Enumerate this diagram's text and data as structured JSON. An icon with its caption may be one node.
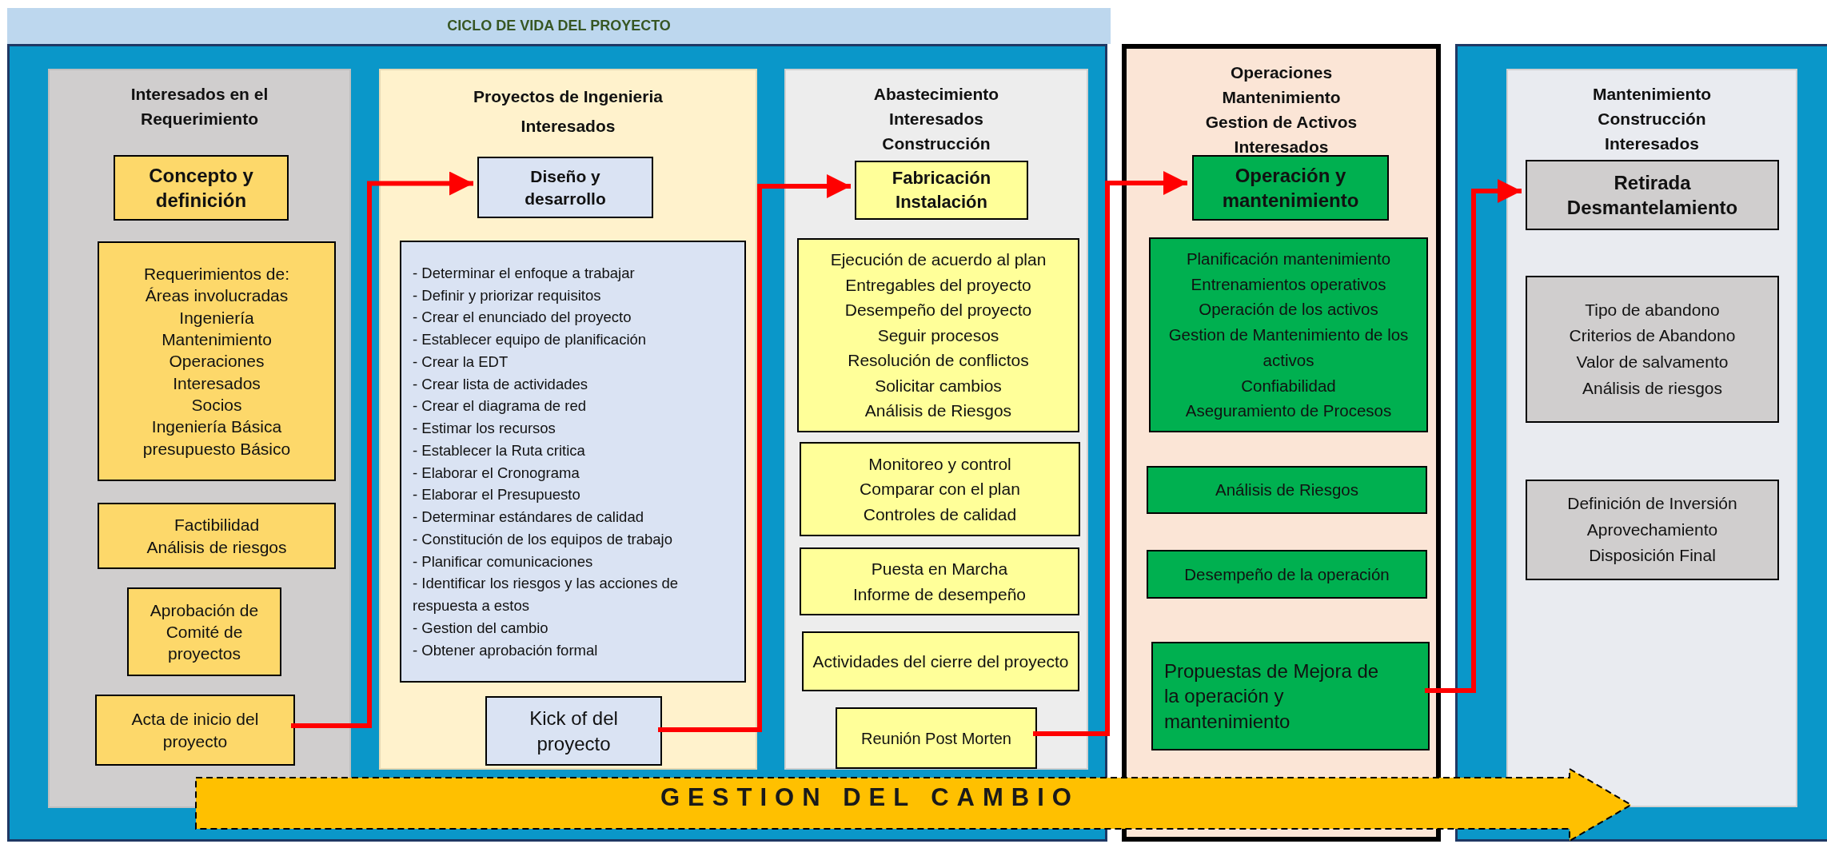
{
  "diagram": {
    "nodes": [
      {
        "text": [
          "CICLO DE VIDA DEL PROYECTO"
        ]
      },
      {
        "text": [],
        "shape": "box"
      },
      {
        "text": [
          "Interesados en el Requerimiento"
        ],
        "in": 1
      },
      {
        "text": [
          "Concepto y definición"
        ],
        "in": 2
      },
      {
        "text": [
          "Requerimientos de:",
          "Áreas involucradas",
          "Ingeniería",
          "Mantenimiento",
          "Operaciones",
          "Interesados",
          "Socios",
          "Ingeniería Básica",
          "presupuesto Básico"
        ],
        "in": 2
      },
      {
        "text": [
          "Factibilidad",
          "Análisis de riesgos"
        ],
        "in": 2
      },
      {
        "text": [
          "Aprobación de Comité de proyectos"
        ],
        "in": 2
      },
      {
        "text": [
          "Acta de inicio del proyecto"
        ],
        "in": 2
      },
      {
        "text": [
          "Proyectos de Ingenieria",
          "Interesados"
        ],
        "in": 1
      },
      {
        "text": [
          "Diseño y desarrollo"
        ],
        "in": 8
      },
      {
        "text": [
          "- Determinar el enfoque a trabajar",
          "- Definir y priorizar requisitos",
          "- Crear el enunciado del proyecto",
          "- Establecer equipo de planificación",
          "- Crear la EDT",
          "- Crear lista de actividades",
          "- Crear el diagrama de red",
          "- Estimar los recursos",
          "- Establecer la Ruta critica",
          "- Elaborar el Cronograma",
          "- Elaborar el Presupuesto",
          "- Determinar estándares de calidad",
          "- Constitución de los equipos de trabajo",
          "- Planificar comunicaciones",
          "- Identificar los riesgos y las acciones de respuesta a estos",
          "- Gestion del cambio",
          "- Obtener aprobación formal"
        ],
        "in": 8
      },
      {
        "text": [
          "Kick of del proyecto"
        ],
        "in": 8
      },
      {
        "text": [
          "Abastecimiento",
          "Interesados",
          "Construcción"
        ],
        "in": 1
      },
      {
        "text": [
          "Fabricación",
          "Instalación"
        ],
        "in": 12
      },
      {
        "text": [
          "Ejecución de acuerdo al plan",
          "Entregables del proyecto",
          "Desempeño del proyecto",
          "Seguir procesos",
          "Resolución de conflictos",
          "Solicitar cambios",
          "Análisis de Riesgos"
        ],
        "in": 12
      },
      {
        "text": [
          "Monitoreo y control",
          "Comparar con el plan",
          "Controles de calidad"
        ],
        "in": 12
      },
      {
        "text": [
          "Puesta en Marcha",
          "Informe de desempeño"
        ],
        "in": 12
      },
      {
        "text": [
          "Actividades del cierre del proyecto"
        ],
        "in": 12
      },
      {
        "text": [
          "Reunión Post Morten"
        ],
        "in": 12
      },
      {
        "text": [
          "Operaciones",
          "Mantenimiento",
          "Gestion de Activos",
          "Interesados"
        ]
      },
      {
        "text": [
          "Operación y mantenimiento"
        ],
        "in": 19
      },
      {
        "text": [
          "Planificación mantenimiento",
          "Entrenamientos operativos",
          "Operación de los activos",
          "Gestion de Mantenimiento de los activos",
          "Confiabilidad",
          "Aseguramiento de Procesos"
        ],
        "in": 19
      },
      {
        "text": [
          "Análisis de Riesgos"
        ],
        "in": 19
      },
      {
        "text": [
          "Desempeño de la operación"
        ],
        "in": 19
      },
      {
        "text": [
          "Propuestas de Mejora de la operación y mantenimiento"
        ],
        "in": 19
      },
      {
        "text": [],
        "shape": "box"
      },
      {
        "text": [
          "Mantenimiento",
          "Construcción",
          "Interesados"
        ],
        "in": 25
      },
      {
        "text": [
          "Retirada",
          "Desmantelamiento"
        ],
        "in": 26
      },
      {
        "text": [
          "Tipo de abandono",
          "Criterios de Abandono",
          "Valor de salvamento",
          "Análisis de riesgos"
        ],
        "in": 26
      },
      {
        "text": [
          "Definición de Inversión",
          "Aprovechamiento",
          "Disposición Final"
        ],
        "in": 26
      },
      {
        "text": [
          "GESTION DEL CAMBIO"
        ]
      }
    ],
    "edges": [
      {
        "from": 7,
        "to": 9,
        "arrow": "to"
      },
      {
        "from": 11,
        "to": 13,
        "arrow": "to"
      },
      {
        "from": 18,
        "to": 20,
        "arrow": "to"
      },
      {
        "from": 24,
        "to": 27,
        "arrow": "to"
      }
    ]
  }
}
